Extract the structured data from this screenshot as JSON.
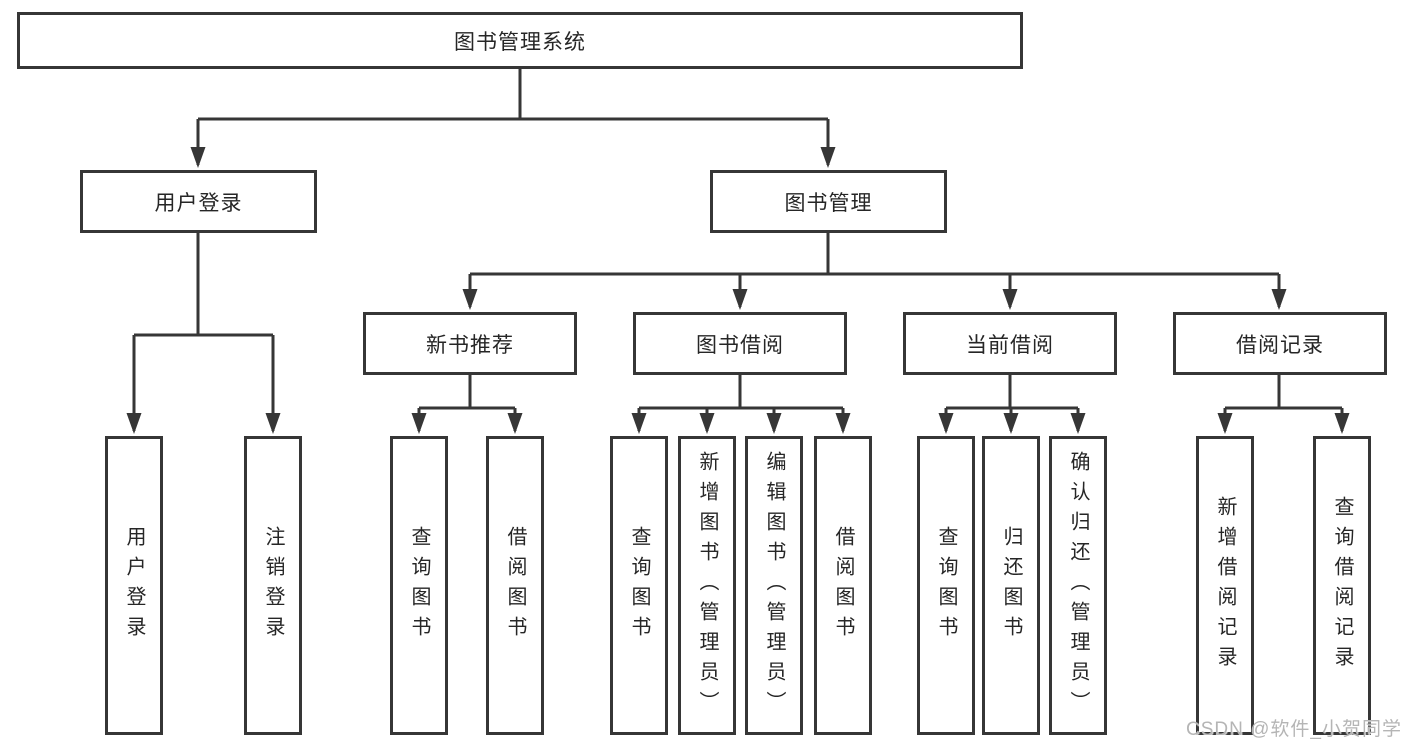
{
  "title": {
    "label": "图书管理系统"
  },
  "branches": {
    "user_login": {
      "label": "用户登录",
      "children": [
        "用户登录",
        "注销登录"
      ]
    },
    "book_mgmt": {
      "label": "图书管理"
    }
  },
  "modules": [
    {
      "label": "新书推荐",
      "children": [
        "查询图书",
        "借阅图书"
      ]
    },
    {
      "label": "图书借阅",
      "children": [
        "查询图书",
        "新增图书（管理员）",
        "编辑图书（管理员）",
        "借阅图书"
      ]
    },
    {
      "label": "当前借阅",
      "children": [
        "查询图书",
        "归还图书",
        "确认归还（管理员）"
      ]
    },
    {
      "label": "借阅记录",
      "children": [
        "新增借阅记录",
        "查询借阅记录"
      ]
    }
  ],
  "watermark": {
    "text": "CSDN @软件_小贺同学"
  },
  "colors": {
    "line": "#363636",
    "text": "#262626",
    "background": "#ffffff",
    "watermark": "#b5b5b5"
  }
}
